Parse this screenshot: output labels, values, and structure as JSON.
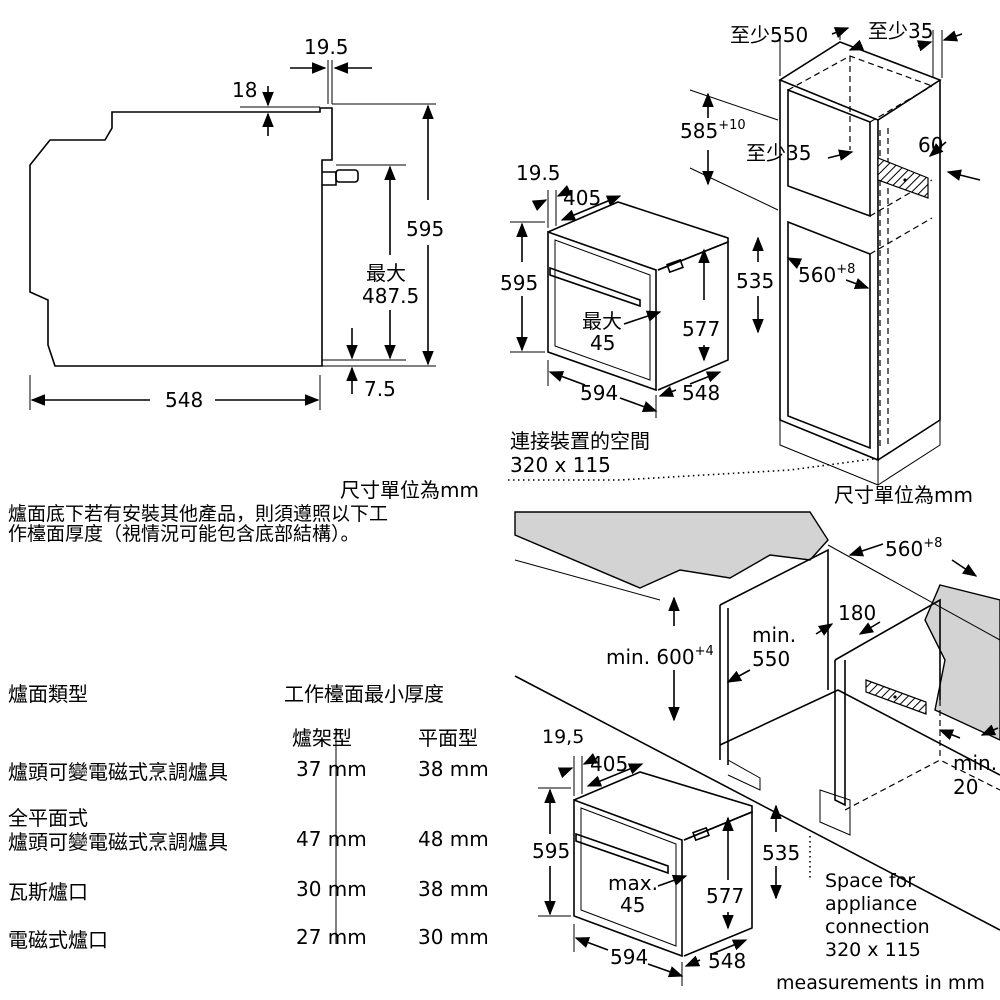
{
  "side_view": {
    "dim_top": "19.5",
    "dim_gap": "18",
    "dim_height": "595",
    "dim_max_label": "最大",
    "dim_max_value": "487.5",
    "dim_bottom": "7.5",
    "dim_depth": "548"
  },
  "upper_oven": {
    "dim_front": "19.5",
    "dim_width_top": "405",
    "dim_height": "595",
    "dim_inner_height": "535",
    "dim_max_label": "最大",
    "dim_max_value": "45",
    "dim_inner": "577",
    "dim_width": "594",
    "dim_depth": "548"
  },
  "tall_cabinet": {
    "min_depth": "至少550",
    "min_gap": "至少35",
    "niche_height_base": "585",
    "niche_height_sup": "+10",
    "min_gap_inner": "至少35",
    "vent": "60",
    "niche_width_base": "560",
    "niche_width_sup": "+8"
  },
  "connection_space_zh": {
    "line1": "連接裝置的空間",
    "line2": "320 x 115"
  },
  "units_left_zh": "尺寸單位為mm",
  "units_right_zh": "尺寸單位為mm",
  "note_zh": {
    "line1": "爐面底下若有安裝其他產品，則須遵照以下工",
    "line2": "作檯面厚度（視情況可能包含底部結構）。"
  },
  "table": {
    "header_type": "爐面類型",
    "header_thickness": "工作檯面最小厚度",
    "col_rack": "爐架型",
    "col_flat": "平面型",
    "rows": [
      {
        "name": "爐頭可變電磁式烹調爐具",
        "name2": "",
        "rack": "37 mm",
        "flat": "38 mm"
      },
      {
        "name": "全平面式",
        "name2": "爐頭可變電磁式烹調爐具",
        "rack": "47 mm",
        "flat": "48 mm"
      },
      {
        "name": "瓦斯爐口",
        "name2": "",
        "rack": "30 mm",
        "flat": "38 mm"
      },
      {
        "name": "電磁式爐口",
        "name2": "",
        "rack": "27 mm",
        "flat": "30 mm"
      }
    ]
  },
  "under_counter": {
    "niche_width_base": "560",
    "niche_width_sup": "+8",
    "dim_180": "180",
    "min_label": "min.",
    "min_depth": "550",
    "min_height_base": "min. 600",
    "min_height_sup": "+4",
    "min_side_label": "min.",
    "min_side_value": "20"
  },
  "lower_oven": {
    "dim_front": "19,5",
    "dim_width_top": "405",
    "dim_height": "595",
    "dim_inner_height": "535",
    "dim_max_label": "max.",
    "dim_max_value": "45",
    "dim_inner": "577",
    "dim_width": "594",
    "dim_depth": "548"
  },
  "connection_space_en": {
    "line1": "Space for",
    "line2": "appliance",
    "line3": "connection",
    "line4": "320 x 115"
  },
  "units_en": "measurements in mm"
}
